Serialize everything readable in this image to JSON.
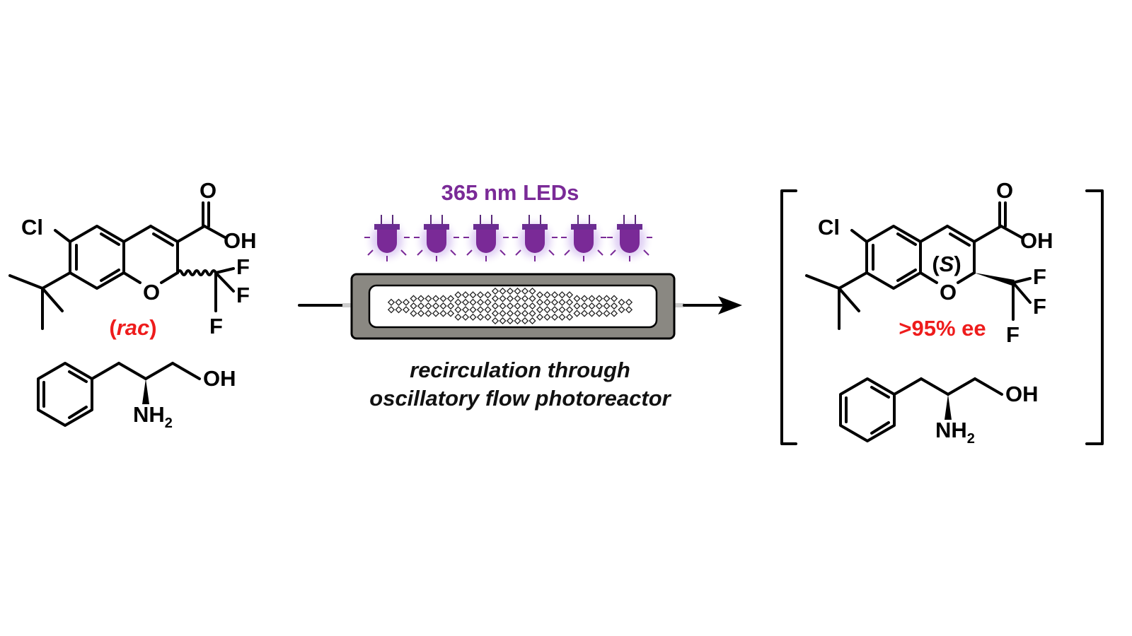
{
  "reactant": {
    "atoms": {
      "cl": "Cl",
      "o_carbonyl": "O",
      "oh": "OH",
      "o_ring": "O",
      "f1": "F",
      "f2": "F",
      "f3": "F"
    },
    "stereo_label": "rac"
  },
  "amine_left": {
    "oh": "OH",
    "nh": "NH",
    "nh_sub": "2"
  },
  "conditions": {
    "light_label": "365 nm LEDs",
    "caption_line1": "recirculation through",
    "caption_line2": "oscillatory flow photoreactor",
    "led_color": "#7a2a97"
  },
  "product": {
    "atoms": {
      "cl": "Cl",
      "o_carbonyl": "O",
      "oh": "OH",
      "o_ring": "O",
      "f1": "F",
      "f2": "F",
      "f3": "F"
    },
    "stereo_descriptor": "S",
    "ee_label": ">95% ee"
  },
  "amine_right": {
    "oh": "OH",
    "nh": "NH",
    "nh_sub": "2"
  },
  "colors": {
    "highlight": "#ee1c1c",
    "reactor_body": "#888680"
  }
}
